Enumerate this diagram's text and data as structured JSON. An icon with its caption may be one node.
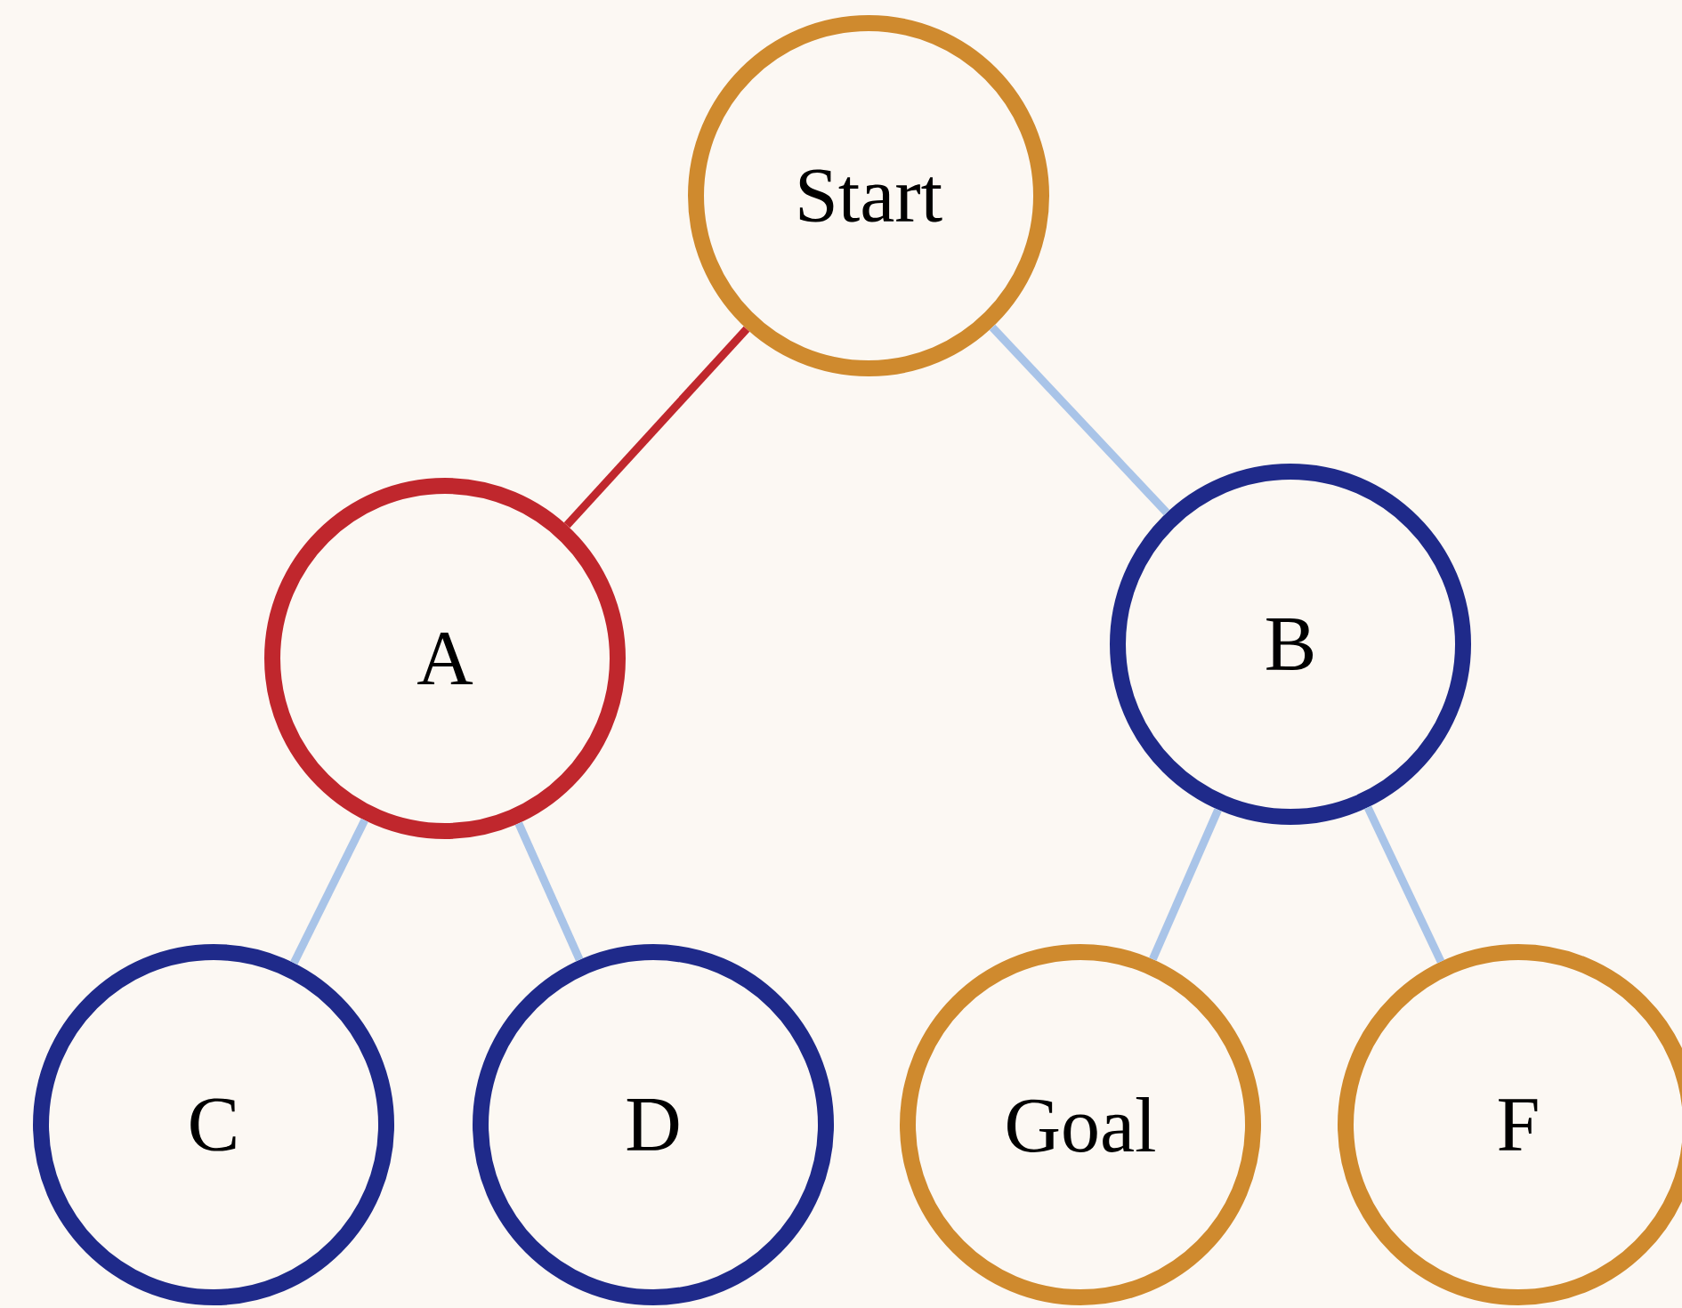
{
  "diagram": {
    "nodes": [
      {
        "text": [
          "Start"
        ]
      },
      {
        "text": [
          "A"
        ]
      },
      {
        "text": [
          "B"
        ]
      },
      {
        "text": [
          "C"
        ]
      },
      {
        "text": [
          "D"
        ]
      },
      {
        "text": [
          "Goal"
        ]
      },
      {
        "text": [
          "F"
        ]
      }
    ],
    "edges": [
      {
        "from": 0,
        "to": 1,
        "arrow": "none",
        "color": "#c0272d"
      },
      {
        "from": 0,
        "to": 2,
        "arrow": "none"
      },
      {
        "from": 1,
        "to": 3,
        "arrow": "none"
      },
      {
        "from": 1,
        "to": 4,
        "arrow": "none"
      },
      {
        "from": 2,
        "to": 5,
        "arrow": "none"
      },
      {
        "from": 2,
        "to": 6,
        "arrow": "none"
      }
    ]
  }
}
